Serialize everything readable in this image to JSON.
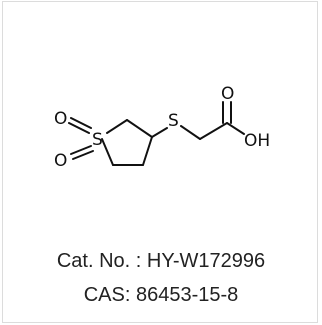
{
  "product": {
    "catalog_label": "Cat. No. :",
    "catalog_number": "HY-W172996",
    "cas_label": "CAS:",
    "cas_number": "86453-15-8"
  },
  "structure": {
    "atoms": {
      "sulfone_o_top": "O",
      "sulfone_o_bottom": "O",
      "sulfone_s": "S",
      "thioether_s": "S",
      "carbonyl_o": "O",
      "hydroxyl": "OH"
    }
  }
}
